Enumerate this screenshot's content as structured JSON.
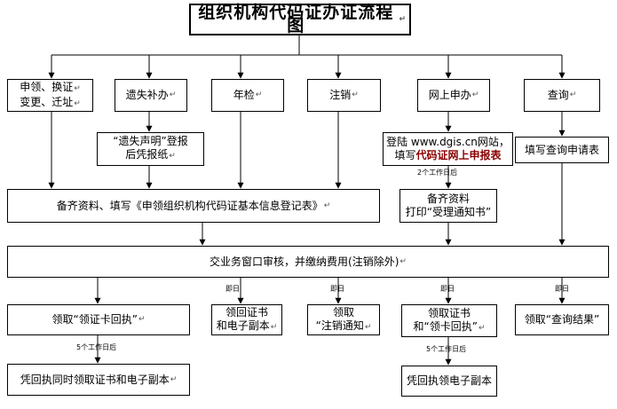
{
  "title": "组织机构代码证办证流程图",
  "top_branches": {
    "apply_change": {
      "line1": "申领、换证",
      "line2": "变更、迁址"
    },
    "lost_reissue": "遗失补办",
    "annual_check": "年检",
    "cancel": "注销",
    "online_apply": "网上申办",
    "query": "查询"
  },
  "lost_notice": {
    "line1": "“遗失声明”登报",
    "line2": "后凭报纸"
  },
  "online_step": {
    "line1": "登陆 www.dgis.cn网站，",
    "line2_prefix": "填写",
    "line2_highlight": "代码证网上申报表"
  },
  "query_form": "填写查询申请表",
  "prepare_materials": "备齐资料、填写《申领组织机构代码证基本信息登记表》",
  "online_prepare": {
    "line1": "备齐资料",
    "line2": "打印“受理通知书”"
  },
  "review": "交业务窗口审核，并缴纳费用(注销除外)",
  "timing": {
    "two_days": "2个工作日后",
    "same_day": "即日",
    "five_days": "5个工作日后"
  },
  "results": {
    "receipt": "领取“领证卡回执”",
    "cert_copy": {
      "line1": "领回证书",
      "line2": "和电子副本"
    },
    "cancel_notice": {
      "line1": "领取",
      "line2": "“注销通知"
    },
    "cert_card_receipt": {
      "line1": "领取证书",
      "line2": "和“领卡回执”"
    },
    "query_result": "领取“查询结果”"
  },
  "final": {
    "left": "凭回执同时领取证书和电子副本",
    "right": "凭回执领电子副本"
  },
  "paragraph_mark": "↵",
  "colors": {
    "line": "#000000",
    "highlight": "#8b0000"
  }
}
